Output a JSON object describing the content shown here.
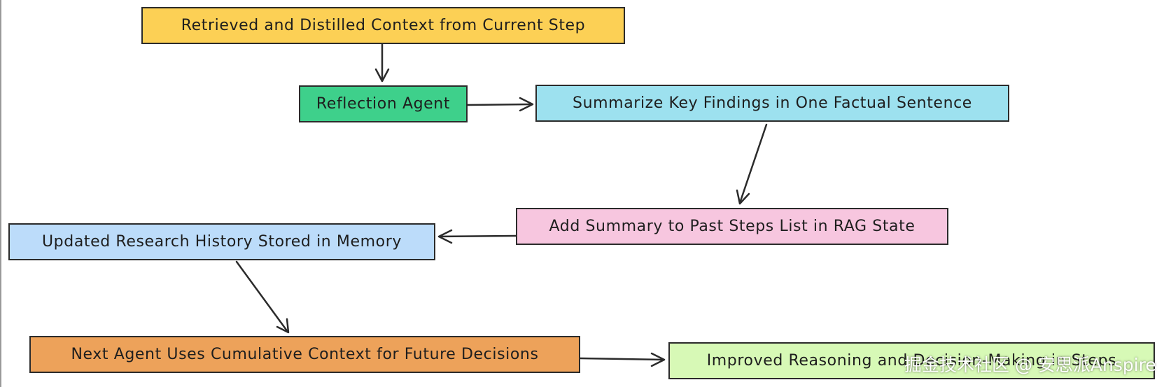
{
  "nodes": {
    "retrieved_context": {
      "label": "Retrieved and Distilled Context from Current Step",
      "color": "#fcd055"
    },
    "reflection_agent": {
      "label": "Reflection Agent",
      "color": "#3ed08b"
    },
    "summarize_findings": {
      "label": "Summarize Key Findings in One Factual Sentence",
      "color": "#9de1ef"
    },
    "add_summary": {
      "label": "Add Summary to Past Steps List in RAG State",
      "color": "#f7c6df"
    },
    "updated_history": {
      "label": "Updated Research History Stored in Memory",
      "color": "#bcdcfa"
    },
    "next_agent": {
      "label": "Next Agent Uses Cumulative Context for Future Decisions",
      "color": "#eda25a"
    },
    "improved_reasoning": {
      "label": "Improved Reasoning and Decision-Making in Steps",
      "color": "#d7f9b6"
    }
  },
  "watermark": {
    "text": "掘金技术社区 @ 安思派Anspire"
  },
  "colors": {
    "stroke": "#2b2b2b",
    "text": "#1e1e1e"
  }
}
